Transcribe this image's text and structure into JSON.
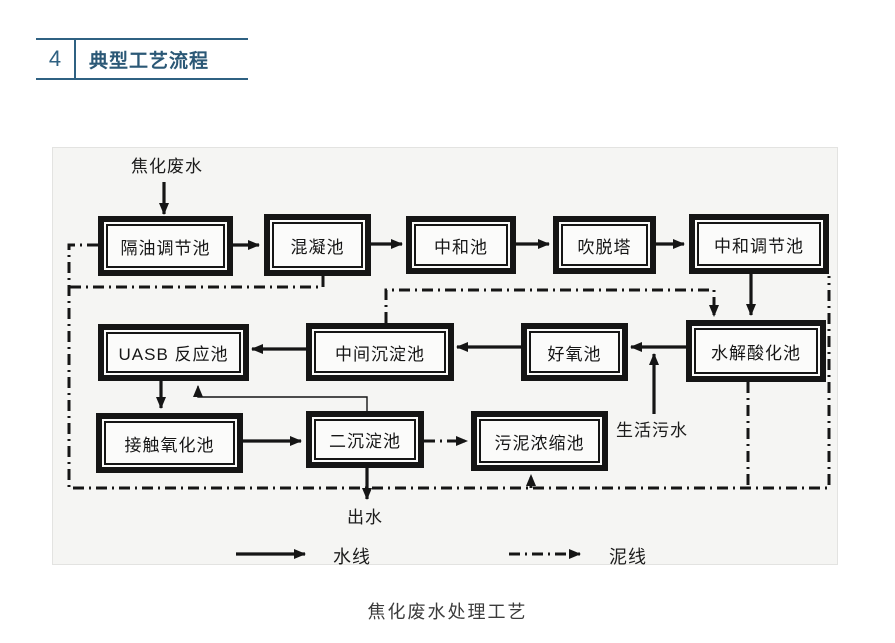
{
  "header": {
    "section_number": "4",
    "title": "典型工艺流程"
  },
  "diagram": {
    "influent_label": "焦化废水",
    "nodes": [
      {
        "id": "oil-separation-regulating-tank",
        "label": "隔油调节池"
      },
      {
        "id": "coagulation-tank",
        "label": "混凝池"
      },
      {
        "id": "neutralization-tank",
        "label": "中和池"
      },
      {
        "id": "stripping-tower",
        "label": "吹脱塔"
      },
      {
        "id": "neutralization-regulating-tank",
        "label": "中和调节池"
      },
      {
        "id": "uasb-reactor",
        "label": "UASB 反应池"
      },
      {
        "id": "intermediate-sedimentation-tank",
        "label": "中间沉淀池"
      },
      {
        "id": "aerobic-tank",
        "label": "好氧池"
      },
      {
        "id": "hydrolysis-acidification-tank",
        "label": "水解酸化池"
      },
      {
        "id": "contact-oxidation-tank",
        "label": "接触氧化池"
      },
      {
        "id": "secondary-sedimentation-tank",
        "label": "二沉淀池"
      },
      {
        "id": "sludge-thickening-tank",
        "label": "污泥浓缩池"
      }
    ],
    "domestic_sewage_label": "生活污水",
    "effluent_label": "出水",
    "legend": {
      "water_line_label": "水线",
      "sludge_line_label": "泥线"
    }
  },
  "caption": "焦化废水处理工艺",
  "colors": {
    "accent": "#2f6182",
    "ink": "#151515"
  }
}
